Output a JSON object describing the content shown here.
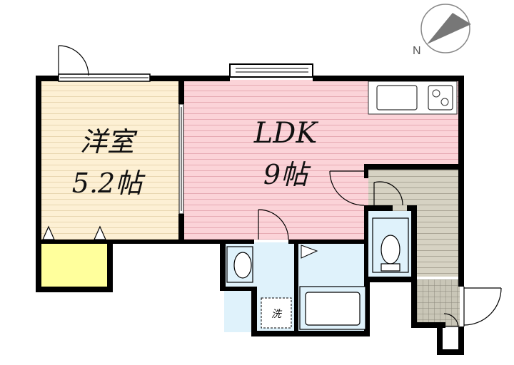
{
  "compass": {
    "label": "N"
  },
  "rooms": {
    "western_room": {
      "name": "洋室",
      "size": "5.2帖"
    },
    "ldk": {
      "name": "LDK",
      "size": "9帖"
    },
    "washer": {
      "label": "洗"
    }
  },
  "colors": {
    "western_room_floor": "#fdf0d4",
    "ldk_floor": "#fbd3d8",
    "entrance_floor": "#d6d2c3",
    "wet_area": "#dff2fb",
    "closet": "#ffff9c",
    "wall": "#000000",
    "tile": "#b9b6a8"
  }
}
